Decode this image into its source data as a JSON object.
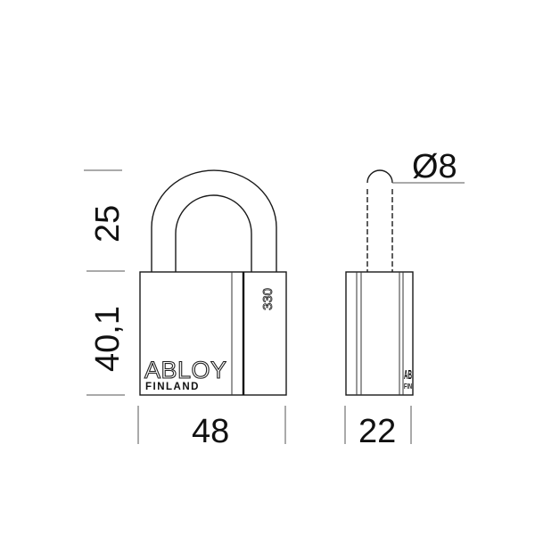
{
  "drawing": {
    "subject": "Padlock dimensional drawing",
    "front_view": {
      "brand": "ABLOY",
      "brand_sub": "FINLAND",
      "model_number": "330"
    },
    "side_view": {
      "brand_fragment": "AB",
      "brand_sub_fragment": "FIN"
    },
    "dimensions": {
      "shackle_height": "25",
      "body_height": "40,1",
      "body_width": "48",
      "body_depth": "22",
      "shackle_diameter": "Ø8"
    }
  }
}
